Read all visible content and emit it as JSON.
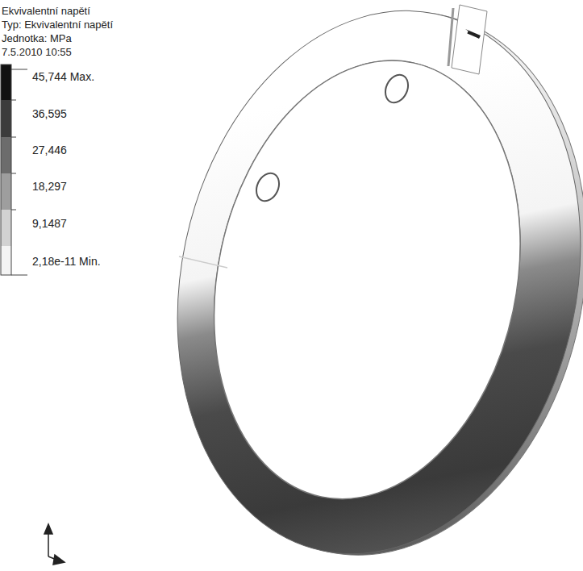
{
  "diagram": {
    "title": "Ekvivalentní napětí",
    "labels": [
      "Typ: Ekvivalentní napětí",
      "Jednotka: MPa",
      "7.5.2010 10:55",
      "45,744 Max.",
      "36,595",
      "27,446",
      "18,297",
      "9,1487",
      "2,18e-11 Min."
    ]
  }
}
